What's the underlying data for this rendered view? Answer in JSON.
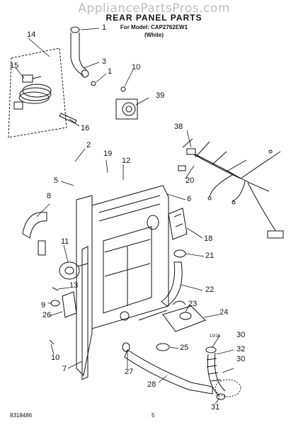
{
  "header": {
    "watermark": "AppliancePartsPros.com",
    "title": "REAR PANEL PARTS",
    "subtitle_line1": "For Model: CAP2762EW1",
    "subtitle_line2": "(White)"
  },
  "callouts": [
    "14",
    "15",
    "1",
    "3",
    "1",
    "10",
    "39",
    "16",
    "38",
    "2",
    "19",
    "12",
    "5",
    "20",
    "8",
    "6",
    "18",
    "11",
    "21",
    "13",
    "22",
    "9",
    "26",
    "23",
    "24",
    "10",
    "25",
    "30",
    "7",
    "27",
    "32",
    "30",
    "28",
    "31"
  ],
  "footer": {
    "code": "8318486",
    "page": "5"
  }
}
